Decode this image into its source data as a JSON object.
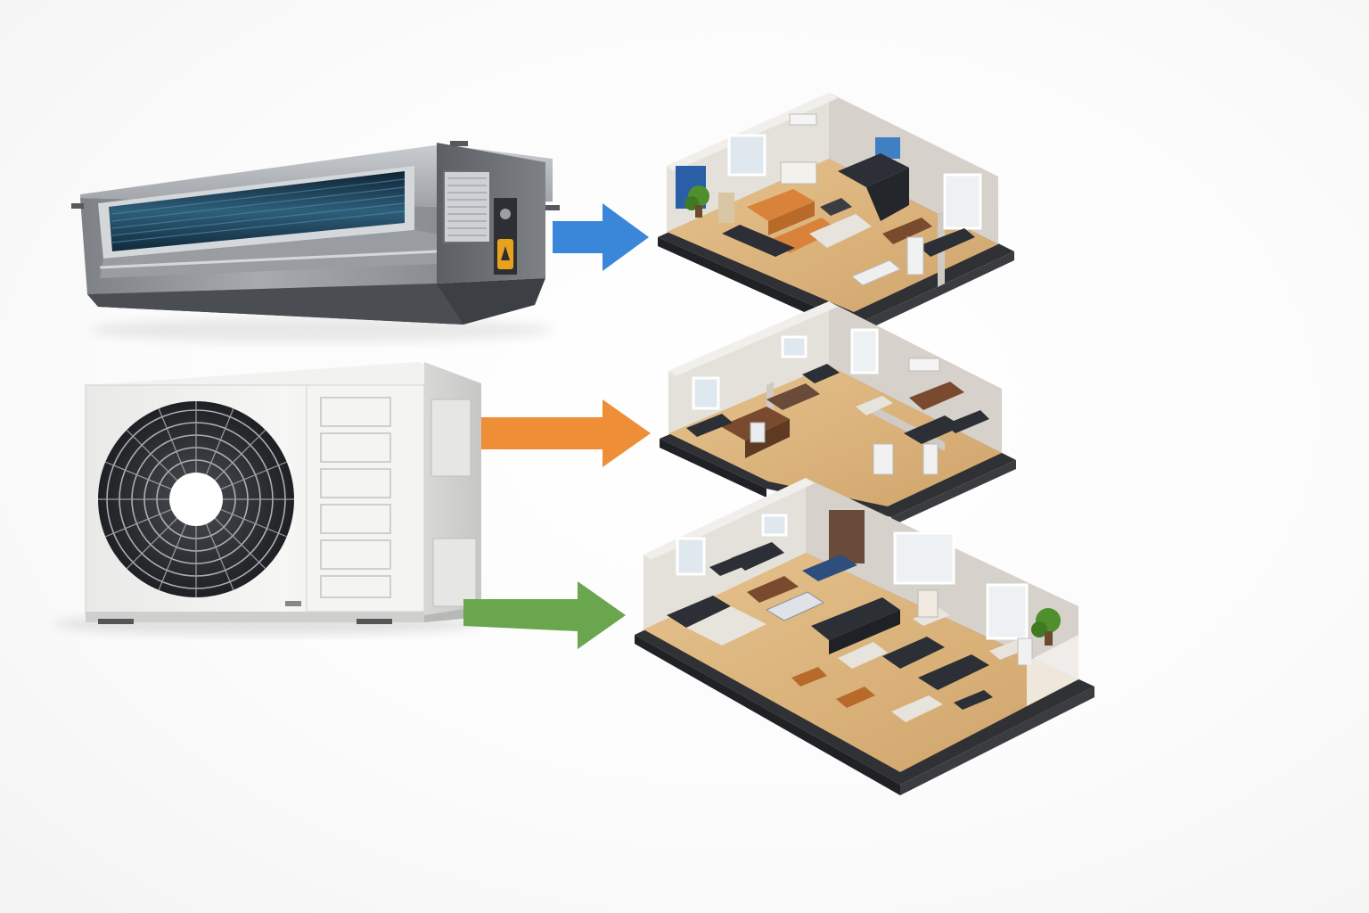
{
  "colors": {
    "background": "#ffffff",
    "arrow_blue": "#3a86d9",
    "arrow_orange": "#ee8e36",
    "arrow_green": "#6aa64e",
    "duct_unit_body": "#8d9094",
    "duct_unit_coil": "#1c3b52",
    "condenser_body": "#eeeeec",
    "condenser_fan": "#2b2d30",
    "floor_wood": "#d9b27a",
    "wall": "#e4e0da",
    "base_slab": "#2f3135",
    "sofa_dark": "#2c2f35",
    "sofa_orange": "#d9823a",
    "furniture_brown": "#7a4a2e",
    "plant_green": "#4f8f2e"
  },
  "icons": {
    "indoor_unit": "ducted-air-handler-icon",
    "outdoor_unit": "outdoor-condenser-icon",
    "zone_top": "isometric-floor-plan-icon",
    "zone_middle": "isometric-floor-plan-icon",
    "zone_bottom": "isometric-floor-plan-icon"
  },
  "connections": [
    {
      "from": "ducted-air-handler",
      "to": "zone-top",
      "color": "#3a86d9"
    },
    {
      "from": "outdoor-condenser",
      "to": "zone-middle",
      "color": "#ee8e36"
    },
    {
      "from": "outdoor-condenser",
      "to": "zone-bottom",
      "color": "#6aa64e"
    }
  ]
}
